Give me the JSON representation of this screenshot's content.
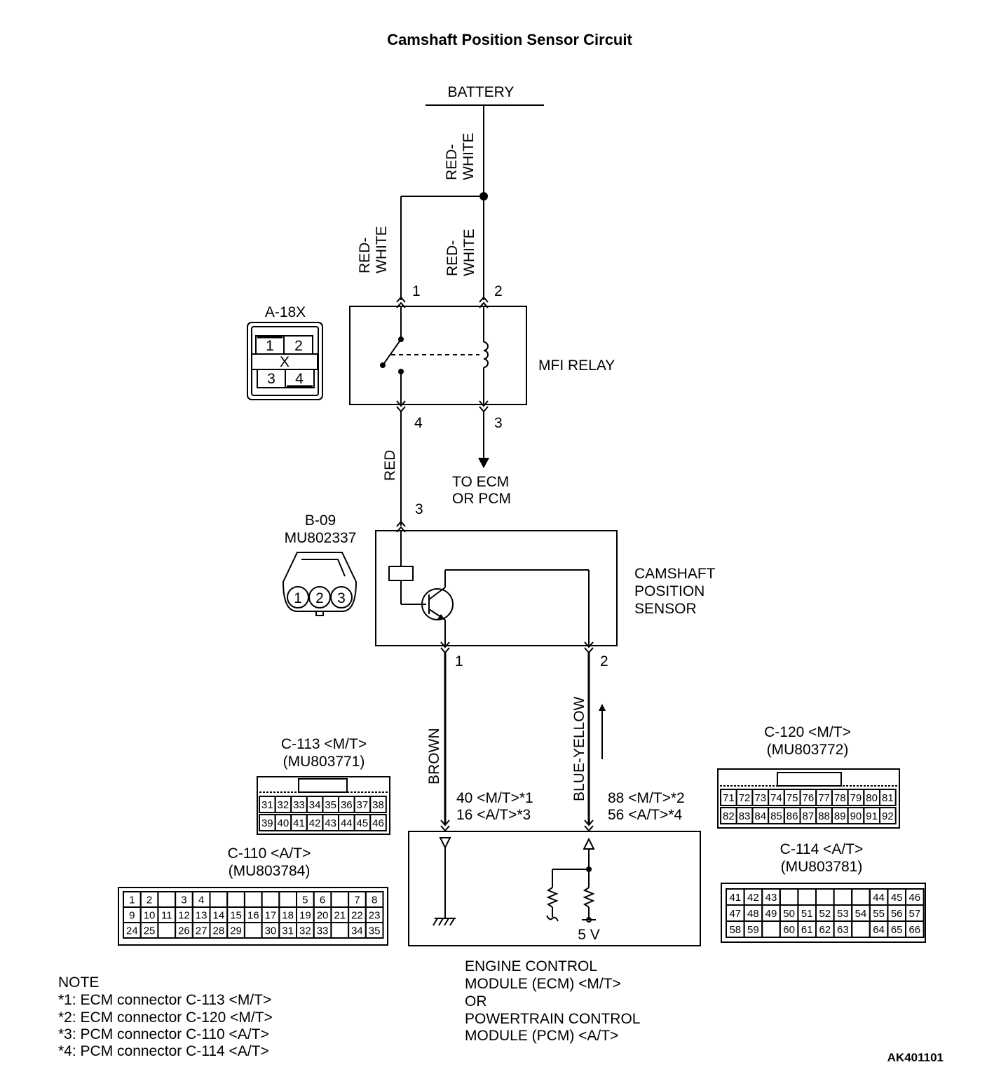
{
  "title": "Camshaft Position Sensor Circuit",
  "battery": "BATTERY",
  "wires": {
    "red_white": [
      "RED-",
      "WHITE"
    ],
    "red": "RED",
    "brown": "BROWN",
    "blue_yellow": "BLUE-YELLOW"
  },
  "relay": {
    "name": "MFI RELAY",
    "connector": "A-18X",
    "terminals": [
      "1",
      "2",
      "4",
      "3"
    ],
    "connector_cells": [
      "1",
      "2",
      "X",
      "3",
      "4"
    ],
    "to_ecm": [
      "TO ECM",
      "OR PCM"
    ]
  },
  "sensor": {
    "name": [
      "CAMSHAFT",
      "POSITION",
      "SENSOR"
    ],
    "connector": "B-09",
    "part": "MU802337",
    "terminals": [
      "3",
      "1",
      "2"
    ],
    "connector_cells": [
      "1",
      "2",
      "3"
    ]
  },
  "ecm_pins": {
    "left": [
      "40 <M/T>*1",
      "16 <A/T>*3"
    ],
    "right": [
      "88 <M/T>*2",
      "56 <A/T>*4"
    ],
    "voltage": "5 V"
  },
  "ecm": {
    "name": [
      "ENGINE CONTROL",
      "MODULE (ECM) <M/T>",
      "OR",
      "POWERTRAIN CONTROL",
      "MODULE (PCM) <A/T>"
    ]
  },
  "connectors": {
    "c113": {
      "label": "C-113 <M/T>",
      "part": "(MU803771)",
      "rows": [
        [
          "31",
          "32",
          "33",
          "34",
          "35",
          "36",
          "37",
          "38"
        ],
        [
          "39",
          "40",
          "41",
          "42",
          "43",
          "44",
          "45",
          "46"
        ]
      ]
    },
    "c120": {
      "label": "C-120 <M/T>",
      "part": "(MU803772)",
      "rows": [
        [
          "71",
          "72",
          "73",
          "74",
          "75",
          "76",
          "77",
          "78",
          "79",
          "80",
          "81"
        ],
        [
          "82",
          "83",
          "84",
          "85",
          "86",
          "87",
          "88",
          "89",
          "90",
          "91",
          "92"
        ]
      ]
    },
    "c110": {
      "label": "C-110 <A/T>",
      "part": "(MU803784)",
      "rows": [
        [
          "1",
          "2",
          "",
          "3",
          "4",
          "",
          "",
          "",
          "",
          "",
          "5",
          "6",
          "",
          "7",
          "8"
        ],
        [
          "9",
          "10",
          "11",
          "12",
          "13",
          "14",
          "15",
          "16",
          "17",
          "18",
          "19",
          "20",
          "21",
          "22",
          "23"
        ],
        [
          "24",
          "25",
          "",
          "26",
          "27",
          "28",
          "29",
          "",
          "30",
          "31",
          "32",
          "33",
          "",
          "34",
          "35"
        ]
      ]
    },
    "c114": {
      "label": "C-114 <A/T>",
      "part": "(MU803781)",
      "rows": [
        [
          "41",
          "42",
          "43",
          "",
          "",
          "",
          "",
          "",
          "44",
          "45",
          "46"
        ],
        [
          "47",
          "48",
          "49",
          "50",
          "51",
          "52",
          "53",
          "54",
          "55",
          "56",
          "57"
        ],
        [
          "58",
          "59",
          "",
          "60",
          "61",
          "62",
          "63",
          "",
          "64",
          "65",
          "66"
        ]
      ]
    }
  },
  "note": {
    "heading": "NOTE",
    "lines": [
      "*1: ECM connector C-113 <M/T>",
      "*2: ECM connector C-120 <M/T>",
      "*3: PCM connector C-110 <A/T>",
      "*4: PCM connector C-114 <A/T>"
    ]
  },
  "figure_code": "AK401101"
}
